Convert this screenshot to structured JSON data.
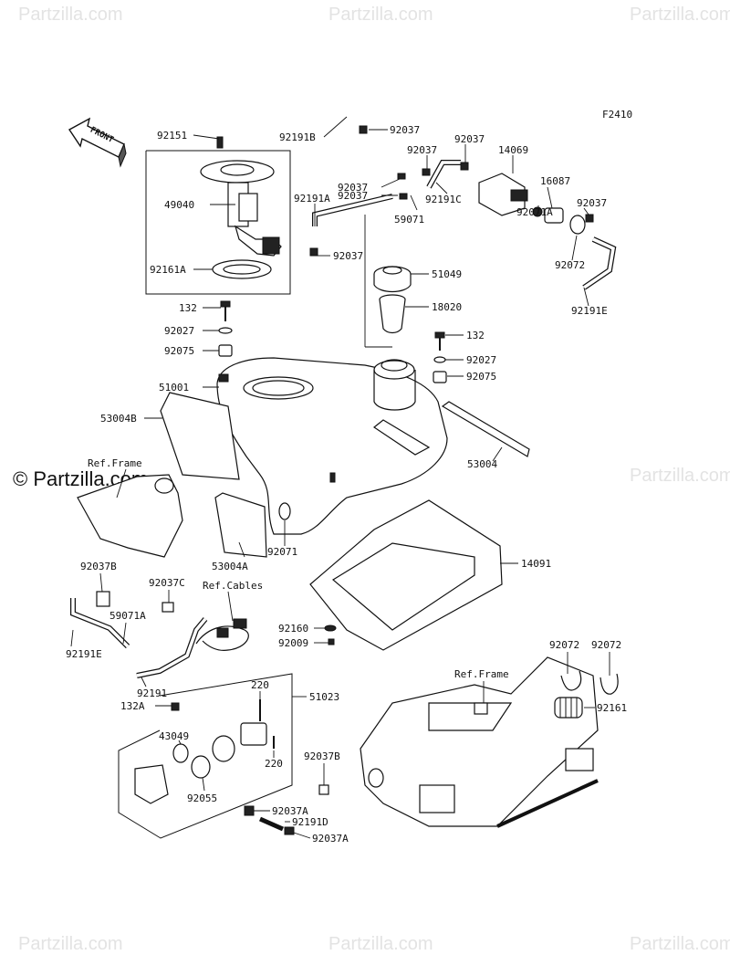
{
  "figure_code": "F2410",
  "front_arrow_label": "FRONT",
  "watermark_text": "Partzilla.com",
  "watermark_main": "© Partzilla.com",
  "refs": {
    "frame_top": "Ref.Frame",
    "cables": "Ref.Cables",
    "frame_bottom": "Ref.Frame"
  },
  "labels": [
    "92151",
    "49040",
    "92161A",
    "132",
    "92027",
    "92075",
    "51001",
    "53004B",
    "92191B",
    "92037",
    "92037",
    "92037",
    "92037",
    "92037",
    "14069",
    "16087",
    "92191C",
    "92191A",
    "59071",
    "92037",
    "92071A",
    "92037",
    "92072",
    "92191E",
    "51049",
    "18020",
    "132",
    "92027",
    "92075",
    "53004",
    "92071",
    "53004A",
    "14091",
    "92160",
    "92009",
    "92037B",
    "92037C",
    "59071A",
    "92191E",
    "92191",
    "132A",
    "220",
    "51023",
    "43049",
    "220",
    "92055",
    "92037A",
    "92191D",
    "92037A",
    "92037B",
    "92072",
    "92072",
    "92161"
  ]
}
